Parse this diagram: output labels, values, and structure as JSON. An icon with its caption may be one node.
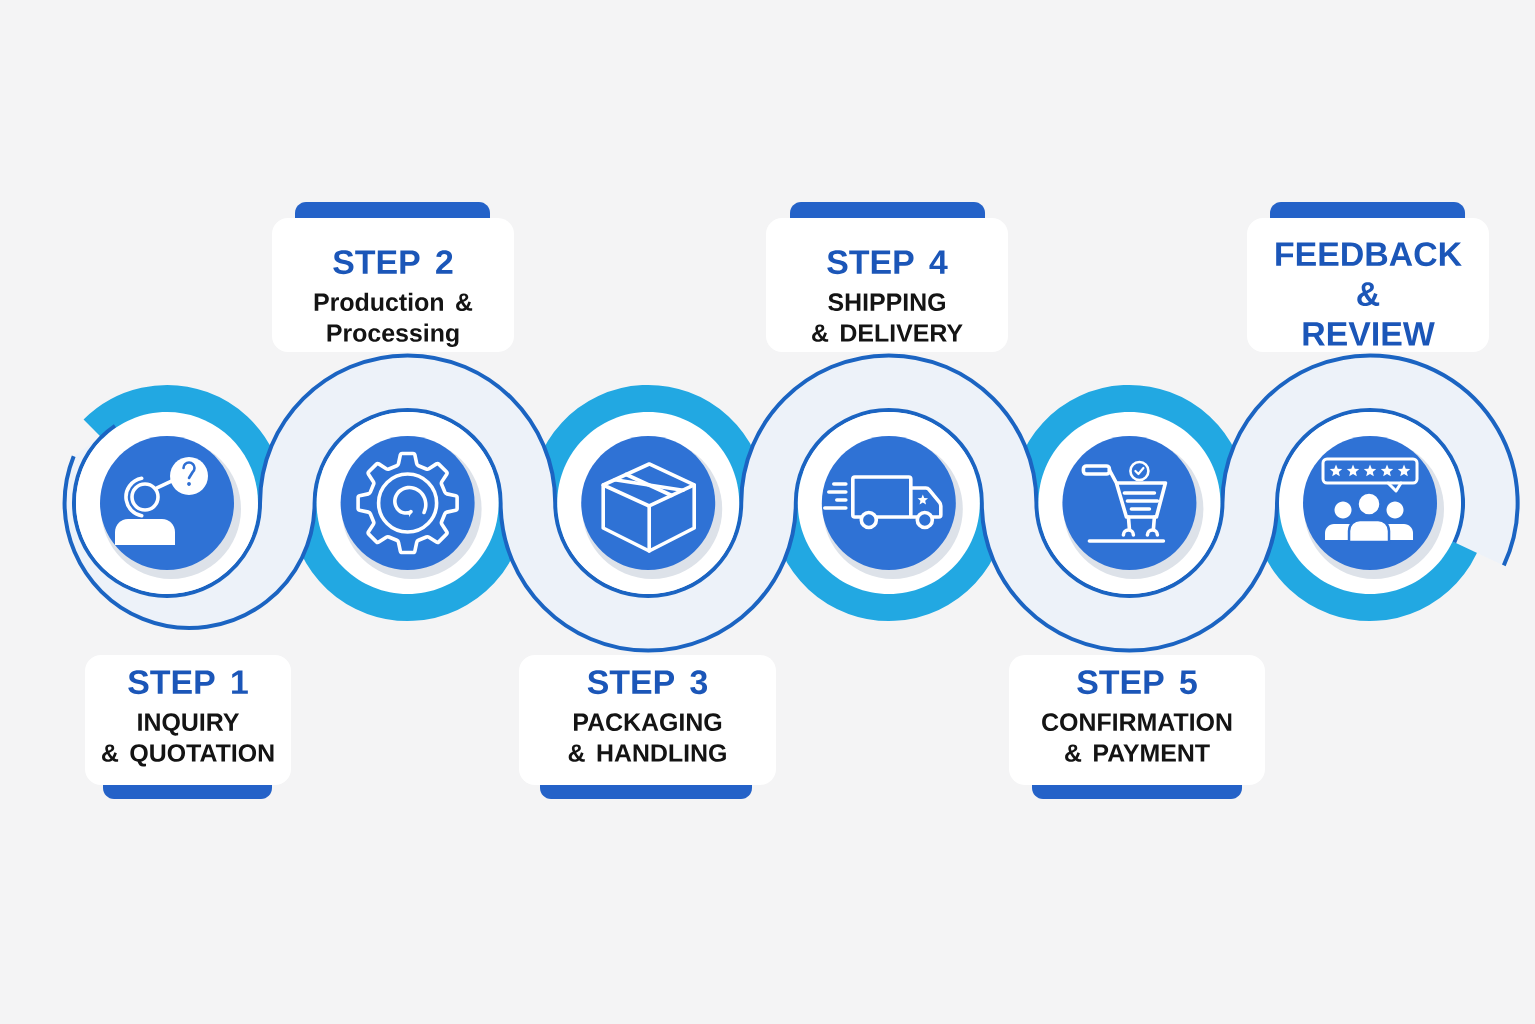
{
  "diagram": {
    "nodes": [
      {
        "text": [
          "STEP 1",
          "INQUIRY & QUOTATION"
        ]
      },
      {
        "text": [],
        "shape": "circle"
      },
      {
        "text": [
          "STEP 2",
          "Production & Processing"
        ]
      },
      {
        "text": [],
        "shape": "circle"
      },
      {
        "text": [
          "STEP 3",
          "PACKAGING & HANDLING"
        ]
      },
      {
        "text": [],
        "shape": "circle"
      },
      {
        "text": [
          "STEP 4",
          "SHIPPING & DELIVERY"
        ]
      },
      {
        "text": [],
        "shape": "circle"
      },
      {
        "text": [
          "STEP 5",
          "CONFIRMATION & PAYMENT"
        ]
      },
      {
        "text": [],
        "shape": "circle"
      },
      {
        "text": [
          "FEEDBACK & REVIEW"
        ]
      },
      {
        "text": [],
        "shape": "circle"
      }
    ]
  }
}
